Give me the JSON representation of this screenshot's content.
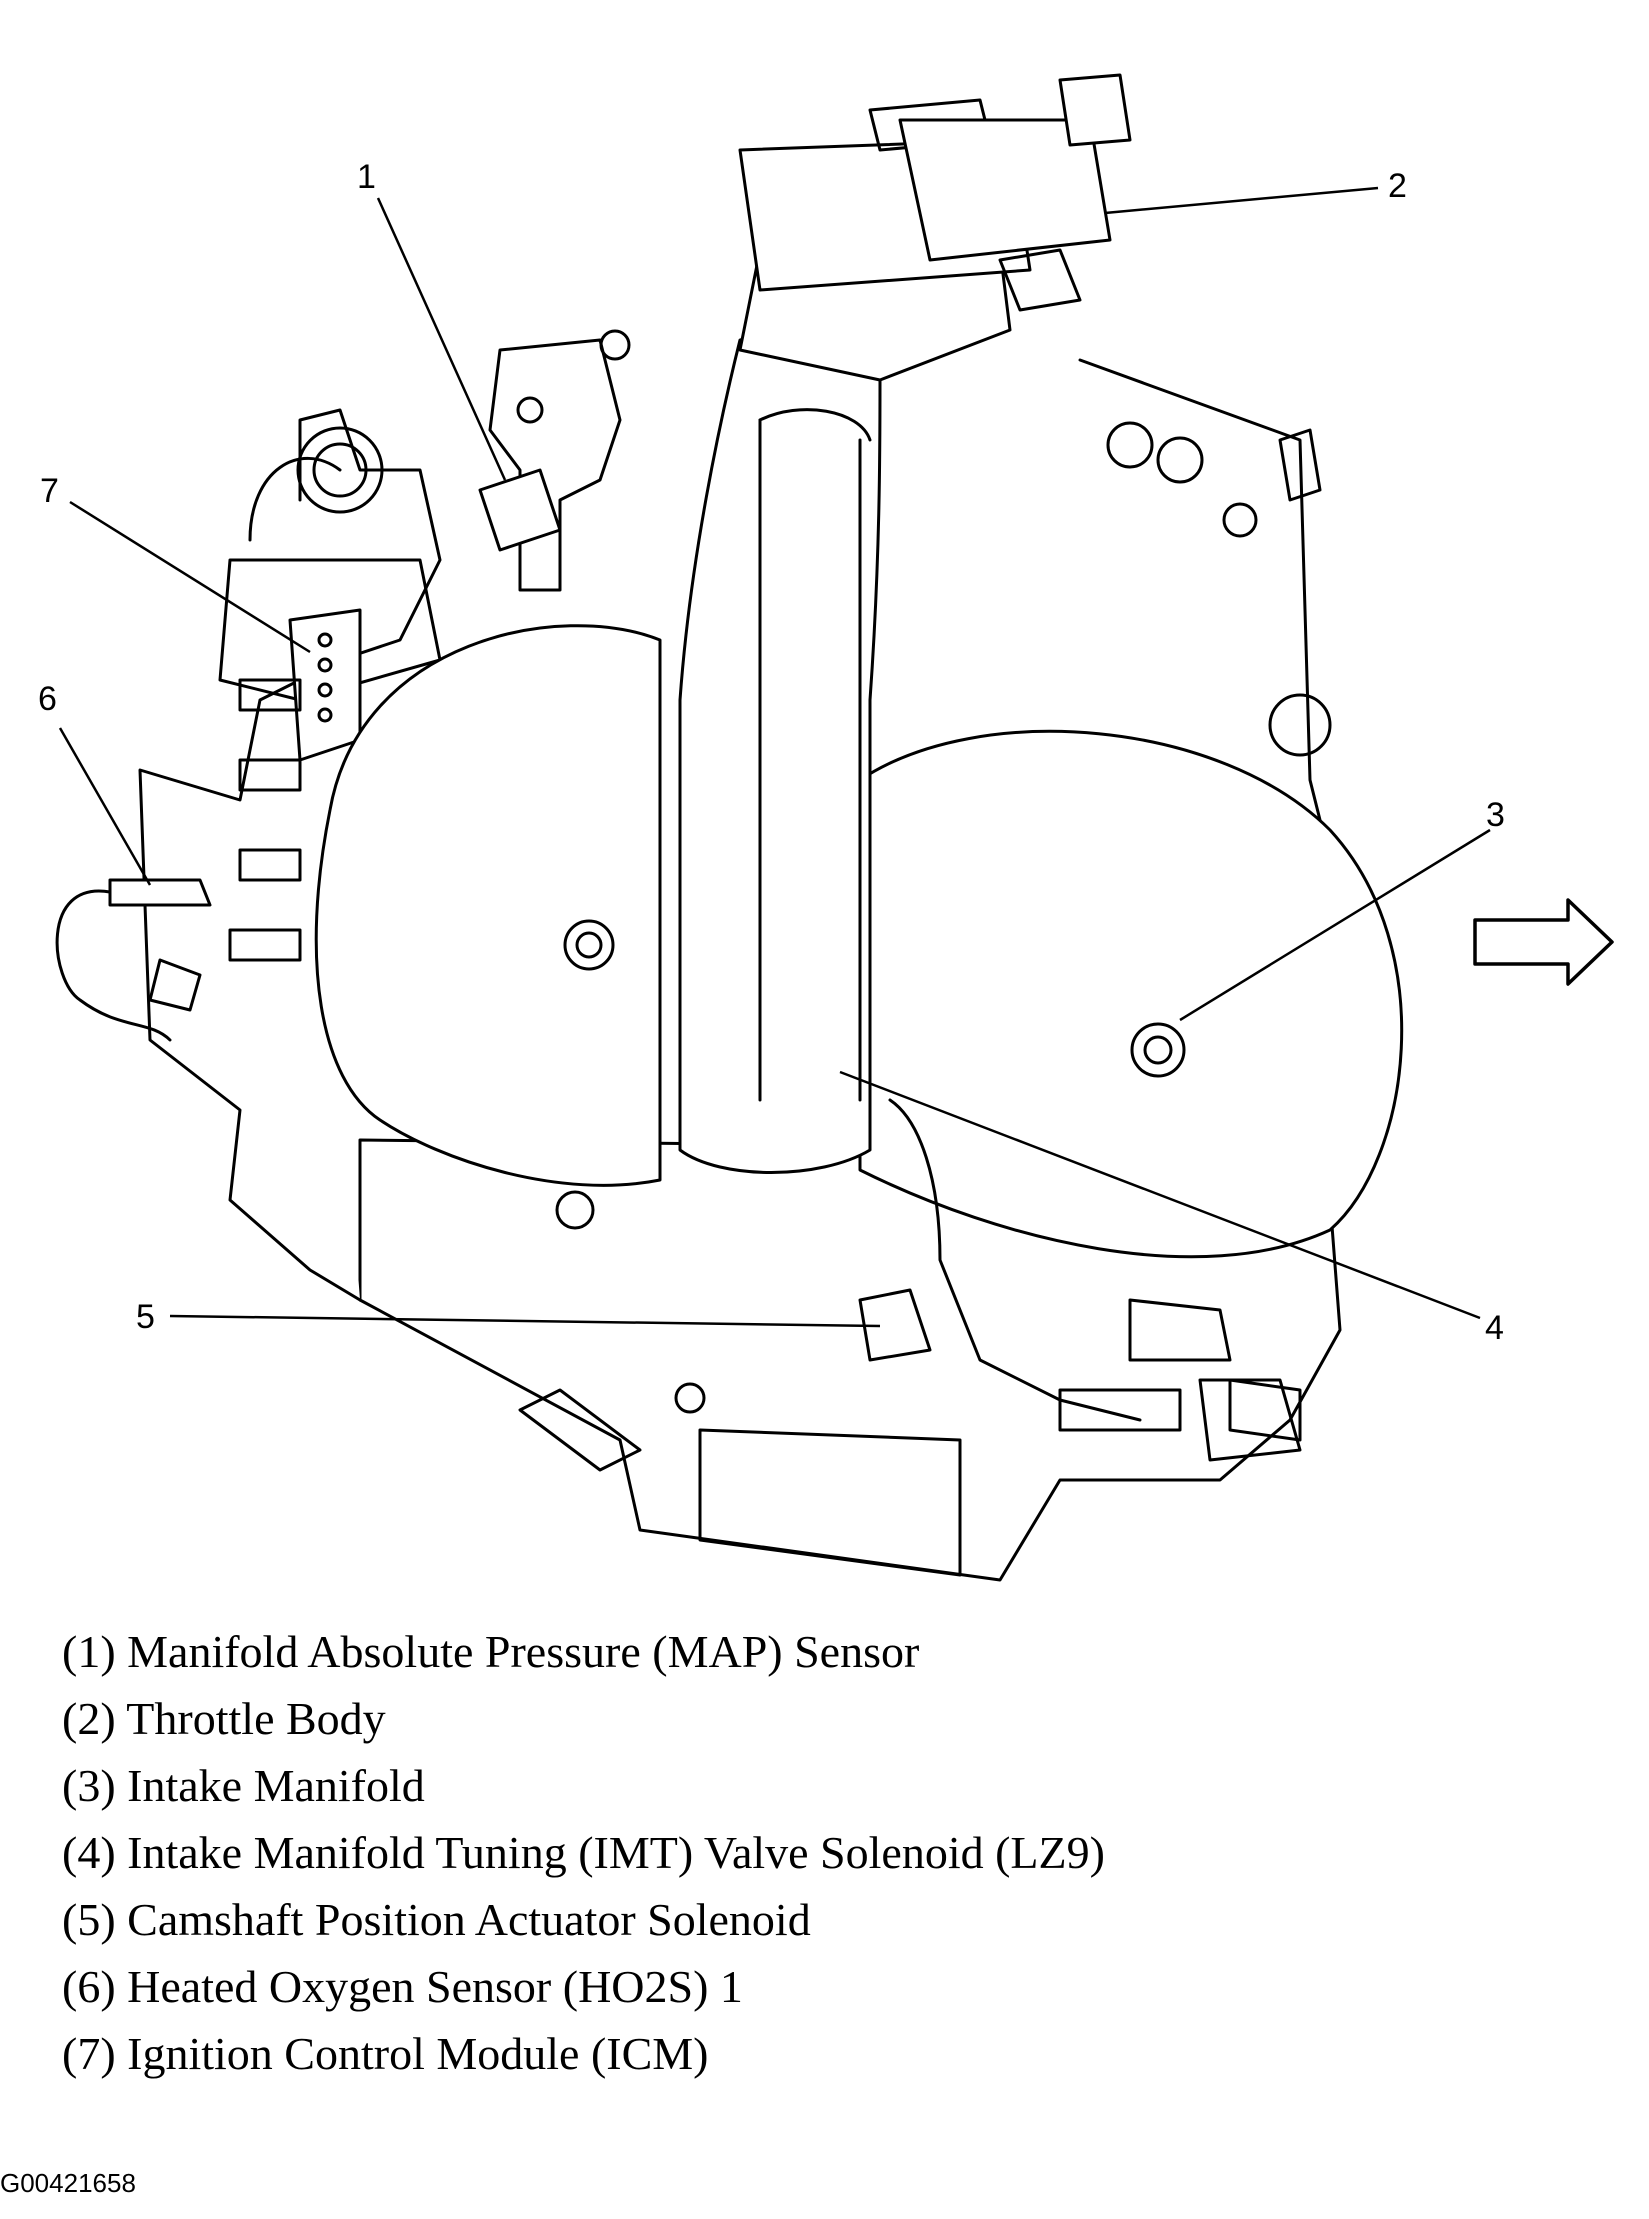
{
  "diagram": {
    "callouts": [
      {
        "id": "1",
        "label": "1"
      },
      {
        "id": "2",
        "label": "2"
      },
      {
        "id": "3",
        "label": "3"
      },
      {
        "id": "4",
        "label": "4"
      },
      {
        "id": "5",
        "label": "5"
      },
      {
        "id": "6",
        "label": "6"
      },
      {
        "id": "7",
        "label": "7"
      }
    ],
    "direction_arrow": "right-arrow-icon"
  },
  "legend": [
    "(1) Manifold Absolute Pressure (MAP) Sensor",
    "(2) Throttle Body",
    "(3) Intake Manifold",
    "(4) Intake Manifold Tuning (IMT) Valve Solenoid (LZ9)",
    "(5) Camshaft Position Actuator Solenoid",
    "(6) Heated Oxygen Sensor (HO2S) 1",
    "(7) Ignition Control Module (ICM)"
  ],
  "figure_id": "G00421658"
}
